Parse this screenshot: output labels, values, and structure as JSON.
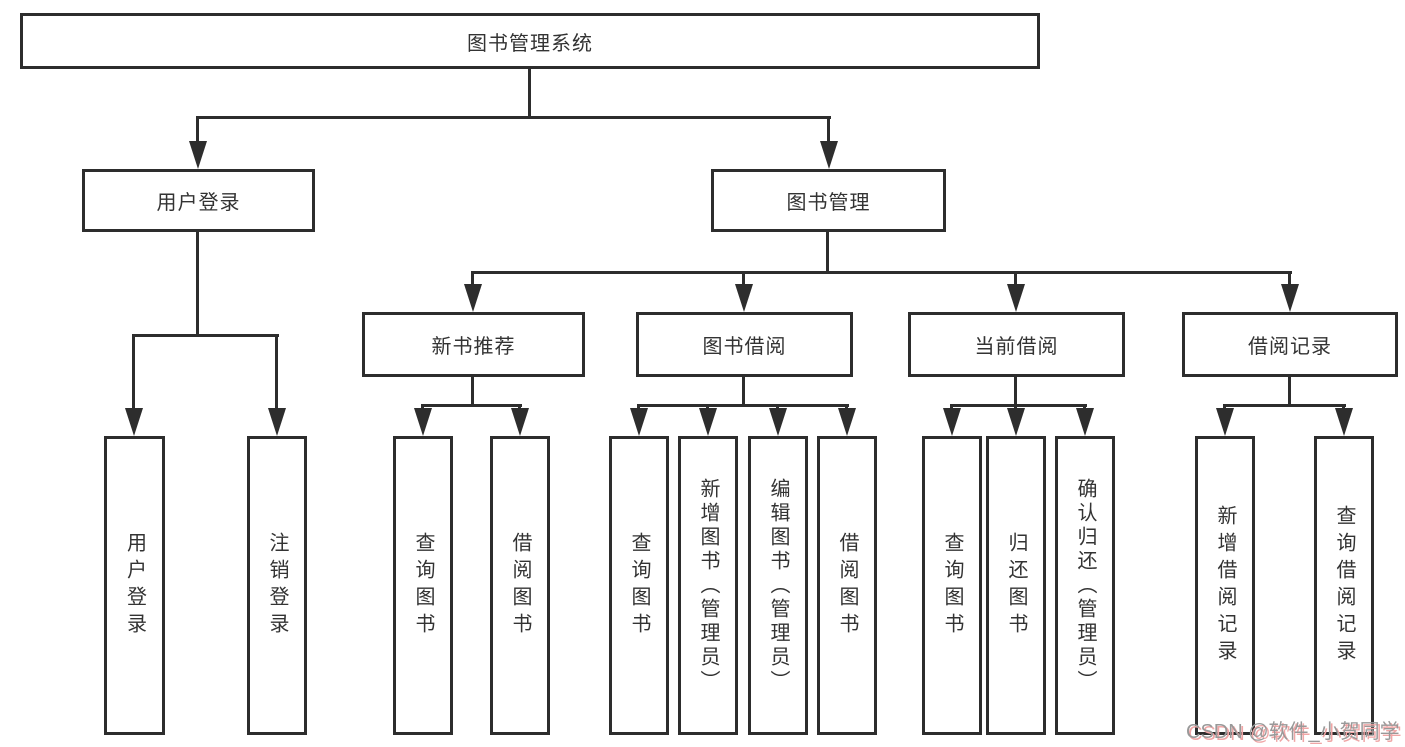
{
  "tree": {
    "root": {
      "label": "图书管理系统",
      "children": [
        {
          "label": "用户登录",
          "children": [
            {
              "label": "用户登录"
            },
            {
              "label": "注销登录"
            }
          ]
        },
        {
          "label": "图书管理",
          "children": [
            {
              "label": "新书推荐",
              "children": [
                {
                  "label": "查询图书"
                },
                {
                  "label": "借阅图书"
                }
              ]
            },
            {
              "label": "图书借阅",
              "children": [
                {
                  "label": "查询图书"
                },
                {
                  "label": "新增图书（管理员）"
                },
                {
                  "label": "编辑图书（管理员）"
                },
                {
                  "label": "借阅图书"
                }
              ]
            },
            {
              "label": "当前借阅",
              "children": [
                {
                  "label": "查询图书"
                },
                {
                  "label": "归还图书"
                },
                {
                  "label": "确认归还（管理员）"
                }
              ]
            },
            {
              "label": "借阅记录",
              "children": [
                {
                  "label": "新增借阅记录"
                },
                {
                  "label": "查询借阅记录"
                }
              ]
            }
          ]
        }
      ]
    }
  },
  "watermark": {
    "text": "CSDN @软件_小贺同学"
  },
  "colors": {
    "line": "#2d2d2d",
    "text": "#333333",
    "background": "#ffffff",
    "watermark_text": "#999999",
    "watermark_shadow": "#f0a6a6"
  }
}
